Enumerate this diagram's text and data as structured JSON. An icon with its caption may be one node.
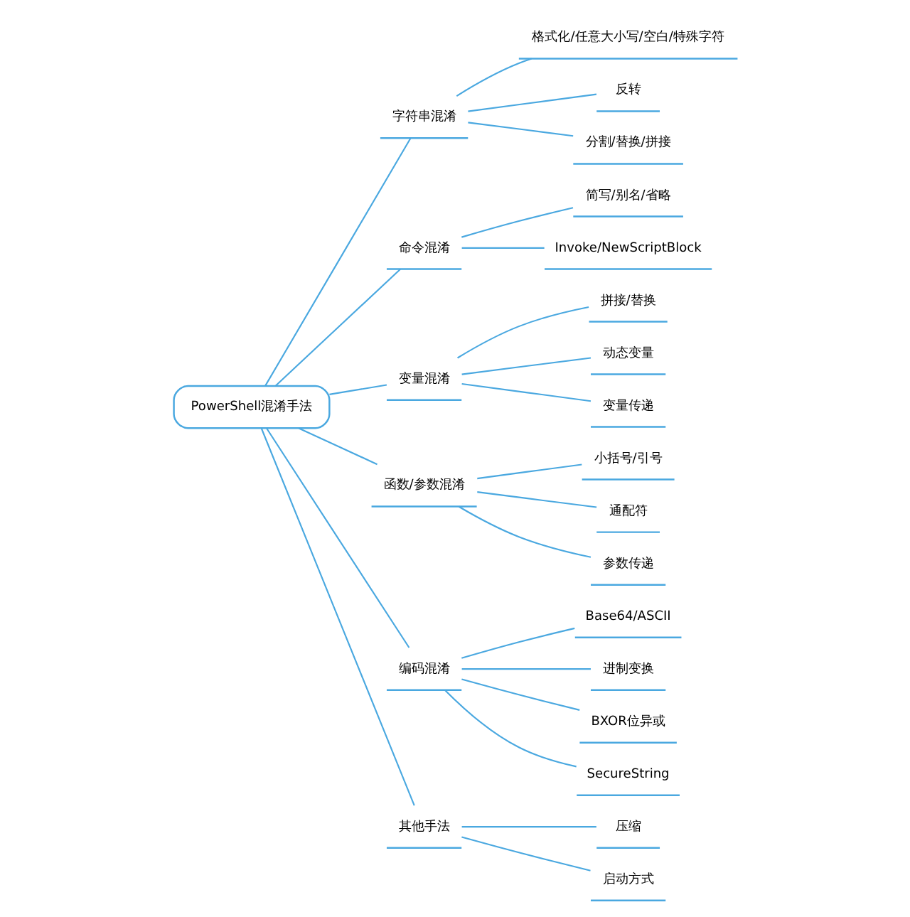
{
  "diagram": {
    "nodes": [
      {
        "text": [
          "PowerShell混淆手法"
        ]
      },
      {
        "text": [
          "字符串混淆"
        ]
      },
      {
        "text": [
          "格式化/任意大小写/空白/特殊字符"
        ]
      },
      {
        "text": [
          "反转"
        ]
      },
      {
        "text": [
          "分割/替换/拼接"
        ]
      },
      {
        "text": [
          "命令混淆"
        ]
      },
      {
        "text": [
          "简写/别名/省略"
        ]
      },
      {
        "text": [
          "Invoke/NewScriptBlock"
        ]
      },
      {
        "text": [
          "变量混淆"
        ]
      },
      {
        "text": [
          "拼接/替换"
        ]
      },
      {
        "text": [
          "动态变量"
        ]
      },
      {
        "text": [
          "变量传递"
        ]
      },
      {
        "text": [
          "函数/参数混淆"
        ]
      },
      {
        "text": [
          "小括号/引号"
        ]
      },
      {
        "text": [
          "通配符"
        ]
      },
      {
        "text": [
          "参数传递"
        ]
      },
      {
        "text": [
          "编码混淆"
        ]
      },
      {
        "text": [
          "Base64/ASCII"
        ]
      },
      {
        "text": [
          "进制变换"
        ]
      },
      {
        "text": [
          "BXOR位异或"
        ]
      },
      {
        "text": [
          "SecureString"
        ]
      },
      {
        "text": [
          "其他手法"
        ]
      },
      {
        "text": [
          "压缩"
        ]
      },
      {
        "text": [
          "启动方式"
        ]
      }
    ],
    "edges": [
      {
        "from": 0,
        "to": 1,
        "arrow": "none"
      },
      {
        "from": 1,
        "to": 2,
        "arrow": "none"
      },
      {
        "from": 1,
        "to": 3,
        "arrow": "none"
      },
      {
        "from": 1,
        "to": 4,
        "arrow": "none"
      },
      {
        "from": 0,
        "to": 5,
        "arrow": "none"
      },
      {
        "from": 5,
        "to": 6,
        "arrow": "none"
      },
      {
        "from": 5,
        "to": 7,
        "arrow": "none"
      },
      {
        "from": 0,
        "to": 8,
        "arrow": "none"
      },
      {
        "from": 8,
        "to": 9,
        "arrow": "none"
      },
      {
        "from": 8,
        "to": 10,
        "arrow": "none"
      },
      {
        "from": 8,
        "to": 11,
        "arrow": "none"
      },
      {
        "from": 0,
        "to": 12,
        "arrow": "none"
      },
      {
        "from": 12,
        "to": 13,
        "arrow": "none"
      },
      {
        "from": 12,
        "to": 14,
        "arrow": "none"
      },
      {
        "from": 12,
        "to": 15,
        "arrow": "none"
      },
      {
        "from": 0,
        "to": 16,
        "arrow": "none"
      },
      {
        "from": 16,
        "to": 17,
        "arrow": "none"
      },
      {
        "from": 16,
        "to": 18,
        "arrow": "none"
      },
      {
        "from": 16,
        "to": 19,
        "arrow": "none"
      },
      {
        "from": 16,
        "to": 20,
        "arrow": "none"
      },
      {
        "from": 0,
        "to": 21,
        "arrow": "none"
      },
      {
        "from": 21,
        "to": 22,
        "arrow": "none"
      },
      {
        "from": 21,
        "to": 23,
        "arrow": "none"
      }
    ]
  }
}
